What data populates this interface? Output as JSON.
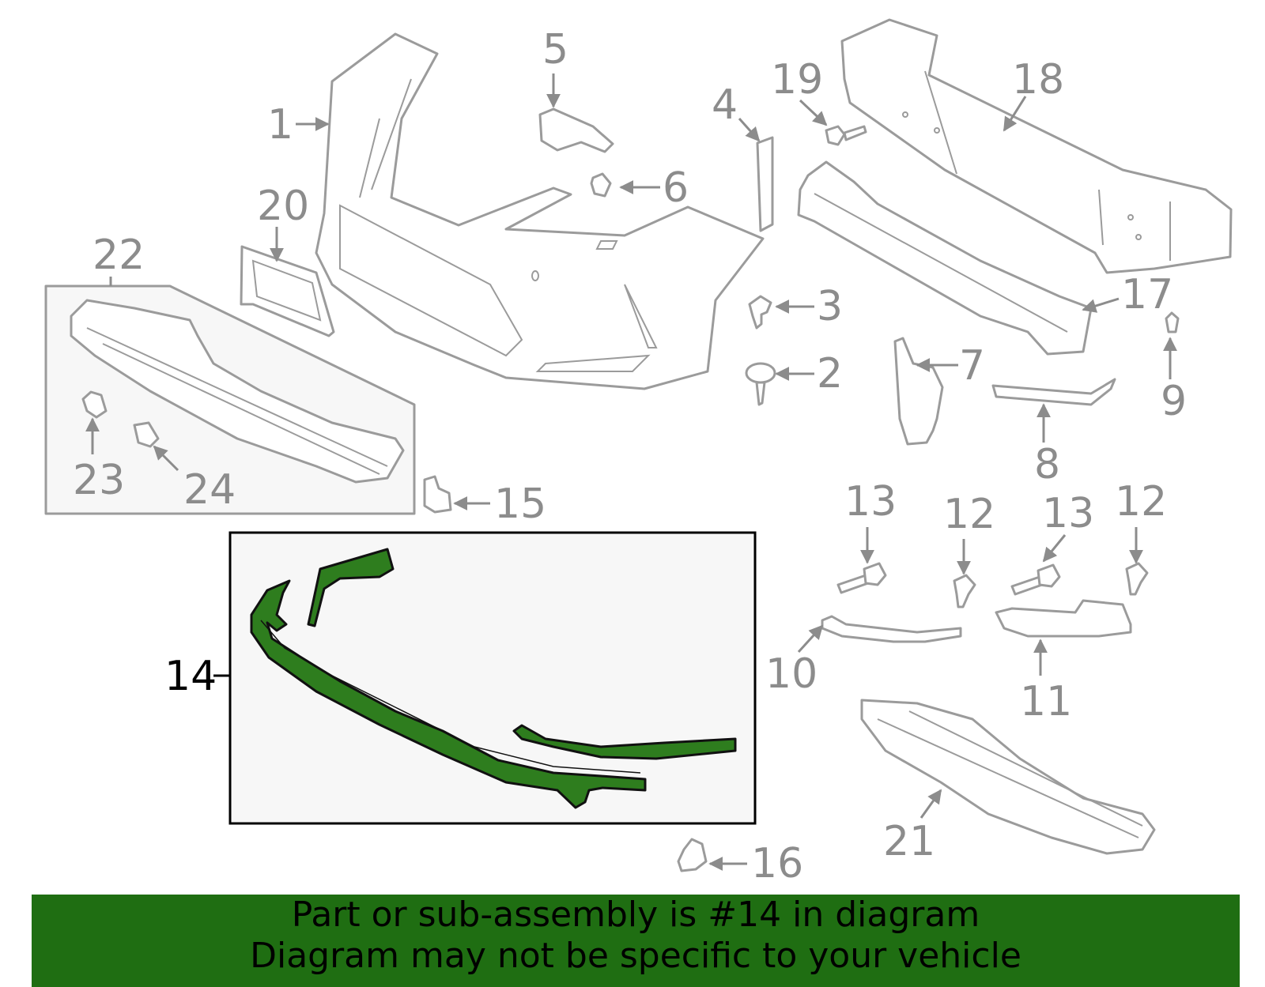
{
  "callouts": {
    "c1": "1",
    "c2": "2",
    "c3": "3",
    "c4": "4",
    "c5": "5",
    "c6": "6",
    "c7": "7",
    "c8": "8",
    "c9": "9",
    "c10": "10",
    "c11": "11",
    "c12a": "12",
    "c12b": "12",
    "c13a": "13",
    "c13b": "13",
    "c14": "14",
    "c15": "15",
    "c16": "16",
    "c17": "17",
    "c18": "18",
    "c19": "19",
    "c20": "20",
    "c21": "21",
    "c22": "22",
    "c23": "23",
    "c24": "24"
  },
  "highlight_color": "#2e7d1e",
  "banner": {
    "line1": "Part or sub-assembly is #14 in diagram",
    "line2": "Diagram may not be specific to your vehicle",
    "color": "#1f6e12"
  }
}
